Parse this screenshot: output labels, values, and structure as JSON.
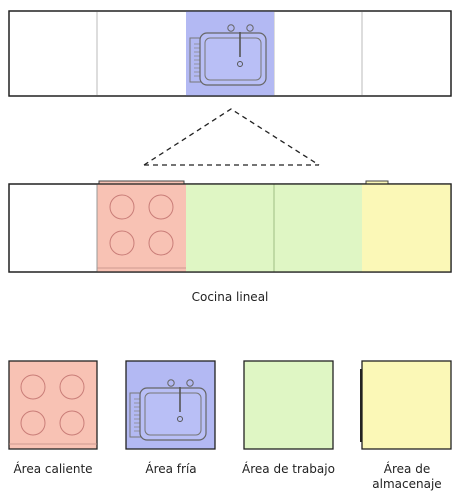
{
  "caption": "Cocina lineal",
  "legend": [
    {
      "key": "hot",
      "label": "Área caliente",
      "color": "#f8c2b4"
    },
    {
      "key": "cold",
      "label": "Área fría",
      "color": "#b3b9f3"
    },
    {
      "key": "work",
      "label": "Área de trabajo",
      "color": "#dff6c4"
    },
    {
      "key": "storage",
      "label": "Área de almacenaje",
      "color": "#fbf8b7"
    }
  ]
}
